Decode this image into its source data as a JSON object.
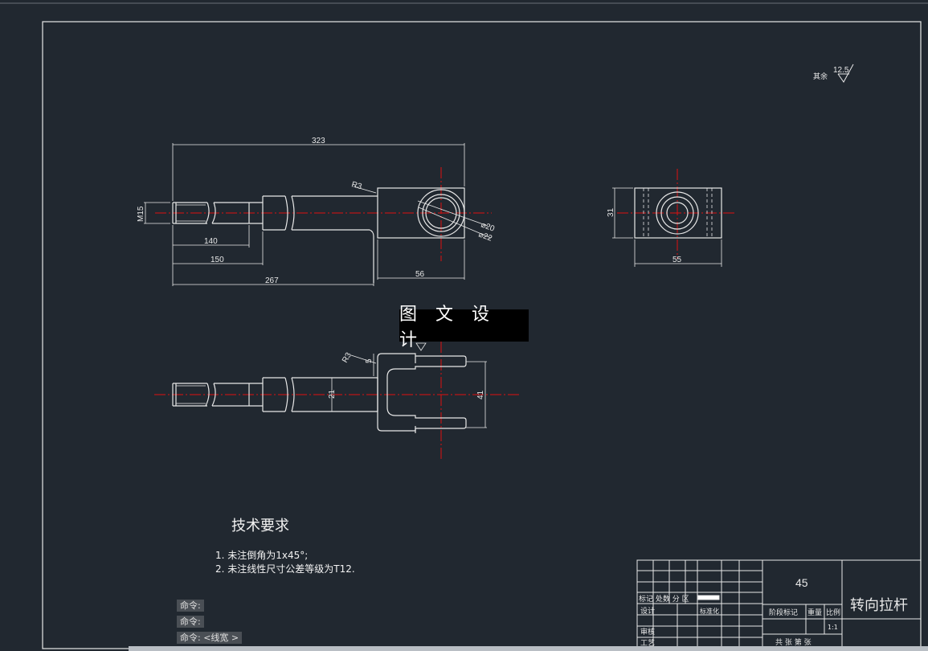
{
  "surface_finish": {
    "prefix": "其余",
    "value": "12.5"
  },
  "front_view": {
    "dims": {
      "overall": "323",
      "radius": "R3",
      "thread": "M15",
      "d140": "140",
      "d150": "150",
      "d267": "267",
      "d56": "56",
      "phi20": "⌀20",
      "phi22": "⌀22"
    }
  },
  "side_view": {
    "dims": {
      "height": "31",
      "width": "55"
    }
  },
  "top_view": {
    "dims": {
      "radius": "R3",
      "d5": "5",
      "d21": "21",
      "d41": "41"
    }
  },
  "watermark": "图 文 设 计",
  "tech_requirements": {
    "title": "技术要求",
    "items": [
      "1. 未注倒角为1x45°;",
      "2. 未注线性尺寸公差等级为T12."
    ]
  },
  "command_lines": [
    "命令:",
    "命令:",
    "命令: <线宽 >"
  ],
  "title_block": {
    "material": "45",
    "part_name": "转向拉杆",
    "labels": {
      "revision": "标记 处数 分  区",
      "designer": "设计",
      "standard": "标准化",
      "stage": "阶段标记",
      "weight": "重量",
      "scale_label": "比例",
      "reviewer": "审核",
      "process": "工艺",
      "sheets": "共 张  第  张"
    },
    "scale": "1:1"
  },
  "colors": {
    "background": "#212830",
    "line": "#e8e8e8",
    "center": "#e01010"
  }
}
